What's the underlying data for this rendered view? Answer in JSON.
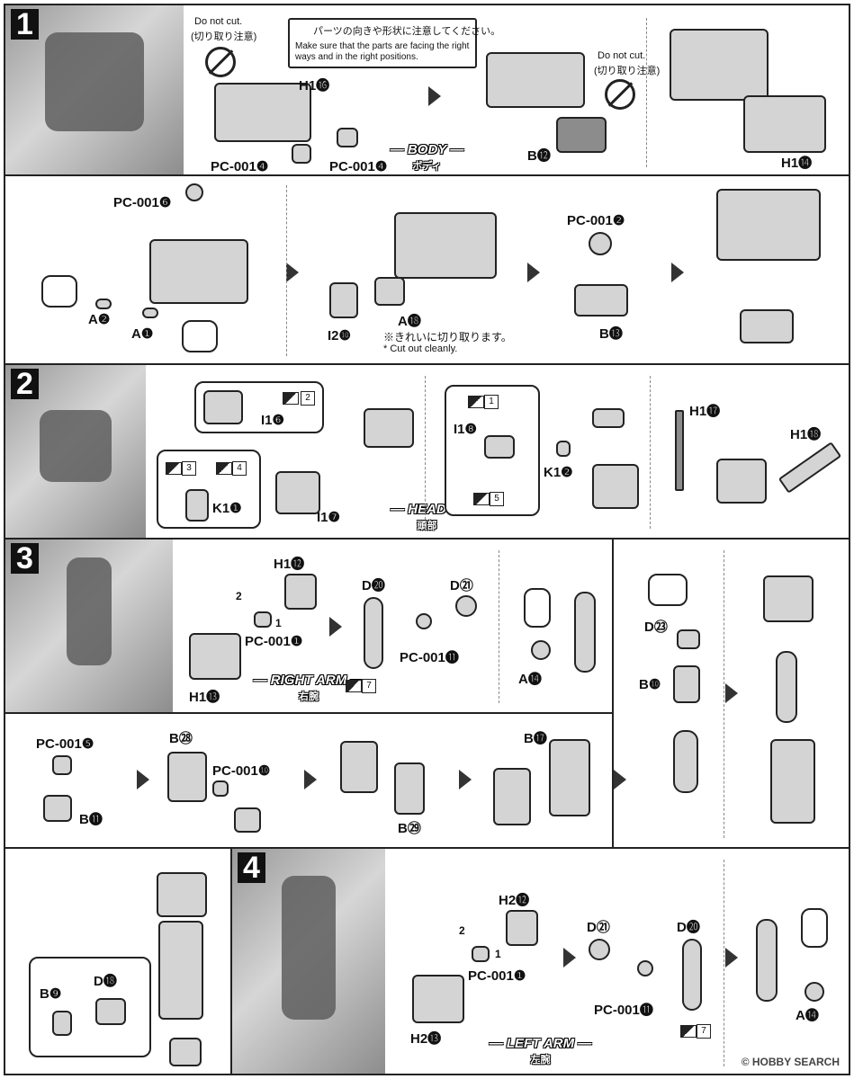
{
  "step1": {
    "num": "1",
    "section": "— BODY —",
    "section_jp": "ボディ",
    "no_cut_1": "Do not cut.",
    "no_cut_1_jp": "(切り取り注意)",
    "notice_jp": "パーツの向きや形状に注意してください。",
    "notice_en": "Make sure that the parts are facing the right ways and in the right positions.",
    "h1_16": "H1⓰",
    "pc001_4a": "PC-001❹",
    "pc001_4b": "PC-001❹",
    "no_cut_2": "Do not cut.",
    "no_cut_2_jp": "(切り取り注意)",
    "b12": "B⓬",
    "h1_14": "H1⓮",
    "pc001_6": "PC-001❻",
    "a2": "A❷",
    "a1": "A❶",
    "i2_10": "I2❿",
    "a18": "A⓲",
    "cut_clean_jp": "※きれいに切り取ります。",
    "cut_clean_en": "* Cut out cleanly.",
    "pc001_2": "PC-001❷",
    "b13": "B⓭"
  },
  "step2": {
    "num": "2",
    "section": "— HEAD —",
    "section_jp": "頭部",
    "i1_6": "I1❻",
    "k1_1": "K1❶",
    "i1_7": "I1❼",
    "i1_8": "I1❽",
    "k1_2": "K1❷",
    "h1_17": "H1⓱",
    "h1_18": "H1⓲",
    "sq2": "2",
    "sq3": "3",
    "sq4": "4",
    "sq1": "1",
    "sq5": "5"
  },
  "step3": {
    "num": "3",
    "section": "— RIGHT ARM —",
    "section_jp": "右腕",
    "h1_12": "H1⓬",
    "pc001_1": "PC-001❶",
    "h1_13": "H1⓭",
    "d20": "D⓴",
    "d21": "D㉑",
    "pc001_11": "PC-001⓫",
    "a14": "A⓮",
    "d23": "D㉓",
    "b10": "B❿",
    "sq7": "7",
    "pc001_5": "PC-001❺",
    "b11": "B⓫",
    "b28": "B㉘",
    "pc001_10": "PC-001❿",
    "b29": "B㉙",
    "b17": "B⓱",
    "b9": "B❾",
    "d18": "D⓲",
    "badge1": "1",
    "badge2": "2"
  },
  "step4": {
    "num": "4",
    "section": "— LEFT ARM —",
    "section_jp": "左腕",
    "h2_12": "H2⓬",
    "pc001_1": "PC-001❶",
    "h2_13": "H2⓭",
    "d21": "D㉑",
    "d20": "D⓴",
    "pc001_11": "PC-001⓫",
    "a14": "A⓮",
    "sq7": "7",
    "badge1": "1",
    "badge2": "2"
  },
  "watermark": "© HOBBY SEARCH"
}
